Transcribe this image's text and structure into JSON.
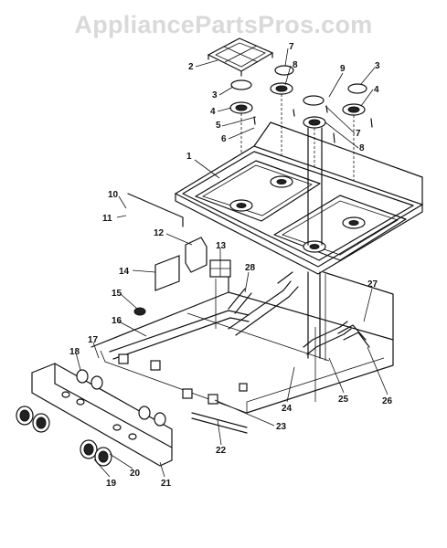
{
  "watermark": "AppliancePartsPros.com",
  "callouts": [
    {
      "id": "c1",
      "text": "1"
    },
    {
      "id": "c2",
      "text": "2"
    },
    {
      "id": "c3a",
      "text": "3"
    },
    {
      "id": "c3b",
      "text": "3"
    },
    {
      "id": "c4a",
      "text": "4"
    },
    {
      "id": "c4b",
      "text": "4"
    },
    {
      "id": "c5",
      "text": "5"
    },
    {
      "id": "c6",
      "text": "6"
    },
    {
      "id": "c7a",
      "text": "7"
    },
    {
      "id": "c7b",
      "text": "7"
    },
    {
      "id": "c8a",
      "text": "8"
    },
    {
      "id": "c8b",
      "text": "8"
    },
    {
      "id": "c9",
      "text": "9"
    },
    {
      "id": "c10",
      "text": "10"
    },
    {
      "id": "c11",
      "text": "11"
    },
    {
      "id": "c12",
      "text": "12"
    },
    {
      "id": "c13",
      "text": "13"
    },
    {
      "id": "c14",
      "text": "14"
    },
    {
      "id": "c15",
      "text": "15"
    },
    {
      "id": "c16",
      "text": "16"
    },
    {
      "id": "c17",
      "text": "17"
    },
    {
      "id": "c18",
      "text": "18"
    },
    {
      "id": "c19",
      "text": "19"
    },
    {
      "id": "c20",
      "text": "20"
    },
    {
      "id": "c21",
      "text": "21"
    },
    {
      "id": "c22",
      "text": "22"
    },
    {
      "id": "c23",
      "text": "23"
    },
    {
      "id": "c24",
      "text": "24"
    },
    {
      "id": "c25",
      "text": "25"
    },
    {
      "id": "c26",
      "text": "26"
    },
    {
      "id": "c27",
      "text": "27"
    },
    {
      "id": "c28",
      "text": "28"
    }
  ]
}
